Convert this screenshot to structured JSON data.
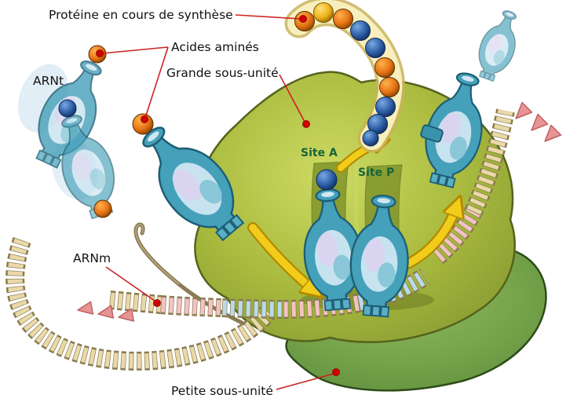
{
  "labels": {
    "protein": "Protéine en cours de synthèse",
    "amino_acids": "Acides aminés",
    "large_subunit": "Grande sous-unité",
    "trna": "ARNt",
    "site_a": "Site A",
    "site_p": "Site P",
    "mrna": "ARNm",
    "small_subunit": "Petite sous-unité"
  },
  "colors": {
    "background": "#ffffff",
    "large_subunit_base": "#a9bc3f",
    "small_subunit_base": "#6f9e4b",
    "mrna_cream": "#ead9a8",
    "mrna_pink": "#f3c3c3",
    "mrna_blue": "#badaec",
    "mrna_outline": "#8a7a50",
    "trna_body": "#45a0ba",
    "trna_outline": "#1d5e74",
    "trna_inner": "#cfe7f1",
    "amino_orange": "#e87516",
    "amino_blue": "#2d5fa8",
    "amino_yellow": "#f0b41e",
    "arrow_yellow": "#f2cc1a",
    "arrow_outline": "#b28a00",
    "label_line_red": "#cc2222",
    "label_dot_red": "#d40000",
    "site_label_green": "#17643a",
    "label_text": "#111111",
    "movement_triangle": "#e89494",
    "rope_brown": "#8a7a55"
  }
}
